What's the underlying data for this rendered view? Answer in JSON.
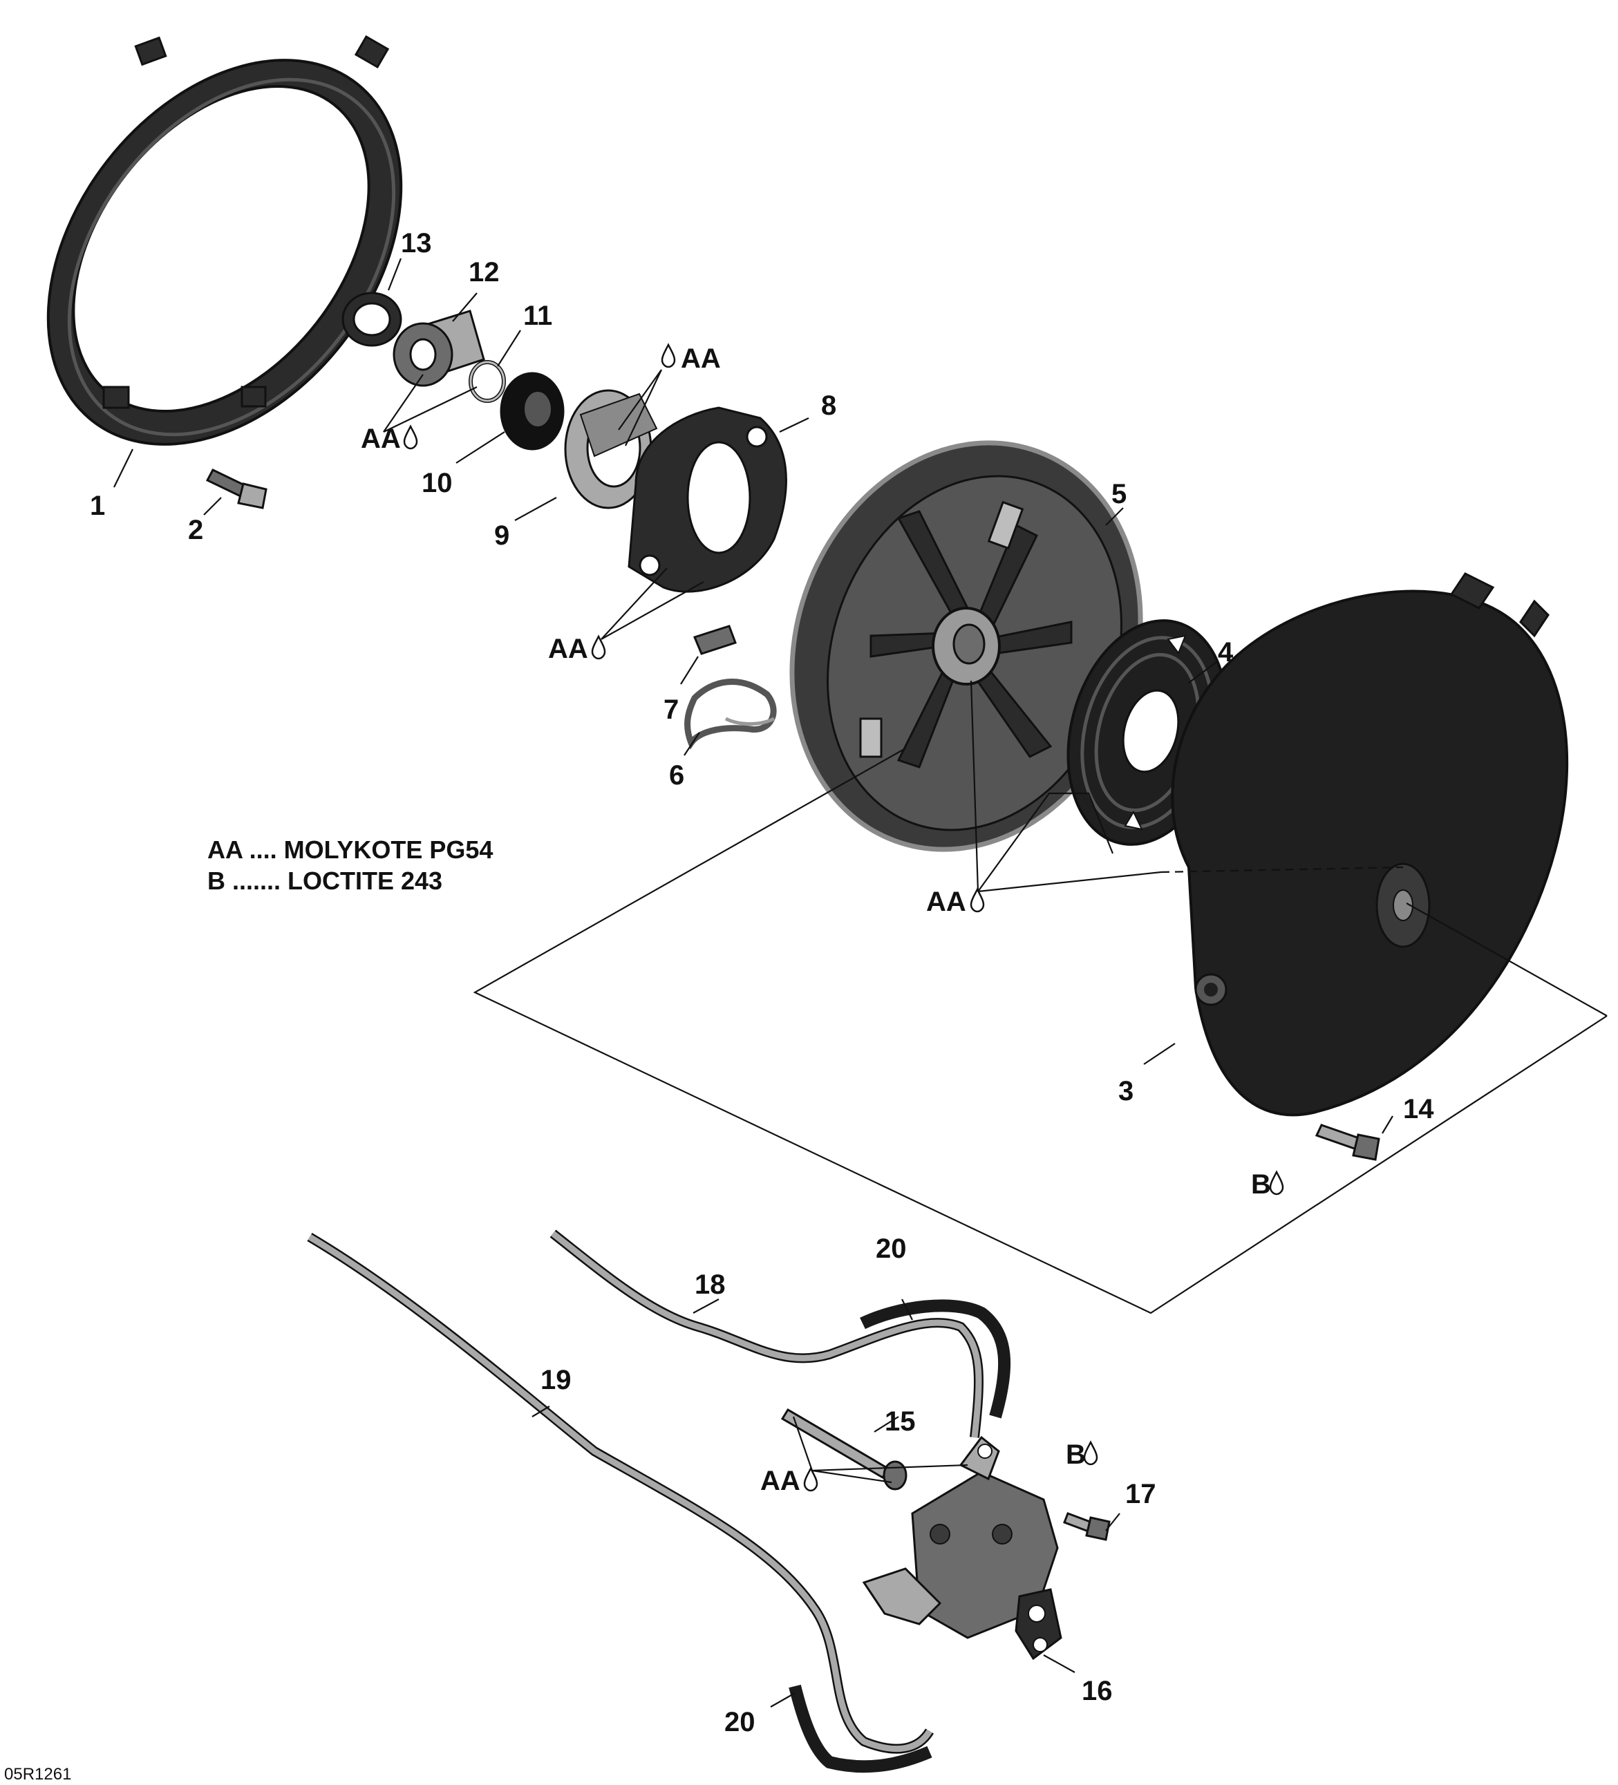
{
  "legend": {
    "line1": "AA .... MOLYKOTE PG54",
    "line2": "B ....... LOCTITE 243"
  },
  "ref_code": "05R1261",
  "callouts": {
    "p1": "1",
    "p2": "2",
    "p3": "3",
    "p4": "4",
    "p5": "5",
    "p6": "6",
    "p7": "7",
    "p8": "8",
    "p9": "9",
    "p10": "10",
    "p11": "11",
    "p12": "12",
    "p13": "13",
    "p14": "14",
    "p15": "15",
    "p16": "16",
    "p17": "17",
    "p18": "18",
    "p19": "19",
    "p20a": "20",
    "p20b": "20"
  },
  "lube_marks": {
    "aa_top": "AA",
    "aa_ring": "AA",
    "aa_cam": "AA",
    "aa_spring": "AA",
    "aa_pump": "AA",
    "b_bolt14": "B",
    "b_bolt17": "B"
  },
  "colors": {
    "line": "#111111",
    "dark_part": "#2b2b2b",
    "mid_part": "#6c6c6c",
    "light_part": "#a9a9a9",
    "hose_black": "#1a1a1a",
    "hose_grey": "#8a8a8a"
  }
}
